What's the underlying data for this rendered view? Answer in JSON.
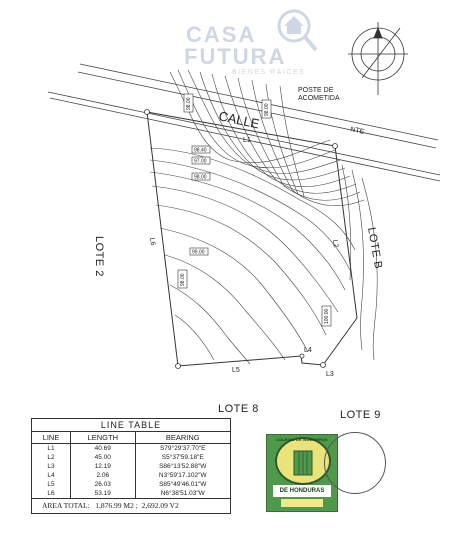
{
  "logo": {
    "word1": "CASA",
    "word2": "FUTURA",
    "tagline": "BIENES RAICES",
    "accent": "#cfd7e4"
  },
  "plan": {
    "street_label": "CALLE",
    "street_post": "POSTE DE",
    "street_post2": "ACOMETIDA",
    "street_suffix": "NTE",
    "lots": {
      "left": "LOTE 2",
      "right": "LOTE B",
      "bottom": "LOTE 8",
      "bottom_right": "LOTE 9"
    },
    "edges": {
      "l1": "L1",
      "l2": "L2",
      "l3": "L3",
      "l4": "L4",
      "l5": "L5",
      "l6": "L6"
    },
    "contours": {
      "c1": "98.00",
      "c2": "98.40",
      "c3": "97.00",
      "c4": "98.00",
      "c5": "99.00",
      "c6": "98.00",
      "c7": "100.00",
      "c8": "98.00"
    }
  },
  "line_table": {
    "title": "LINE TABLE",
    "headers": [
      "LINE",
      "LENGTH",
      "BEARING"
    ],
    "rows": [
      [
        "L1",
        "40.69",
        "S79°29'37.70\"E"
      ],
      [
        "L2",
        "45.00",
        "S5°37'59.18\"E"
      ],
      [
        "L3",
        "12.19",
        "S86°13'52.88\"W"
      ],
      [
        "L4",
        "2.06",
        "N3°59'17.102\"W"
      ],
      [
        "L5",
        "26.03",
        "S85°49'46.01\"W"
      ],
      [
        "L6",
        "53.19",
        "N6°38'51.03\"W"
      ]
    ],
    "area_label": "AREA TOTAL:",
    "area_m2": "1,876.99 M2 ;",
    "area_v2": "2,692.09 V2"
  },
  "seal": {
    "text": "DE HONDURAS",
    "top_text": "COLEGIO DE INGENIEROS"
  }
}
